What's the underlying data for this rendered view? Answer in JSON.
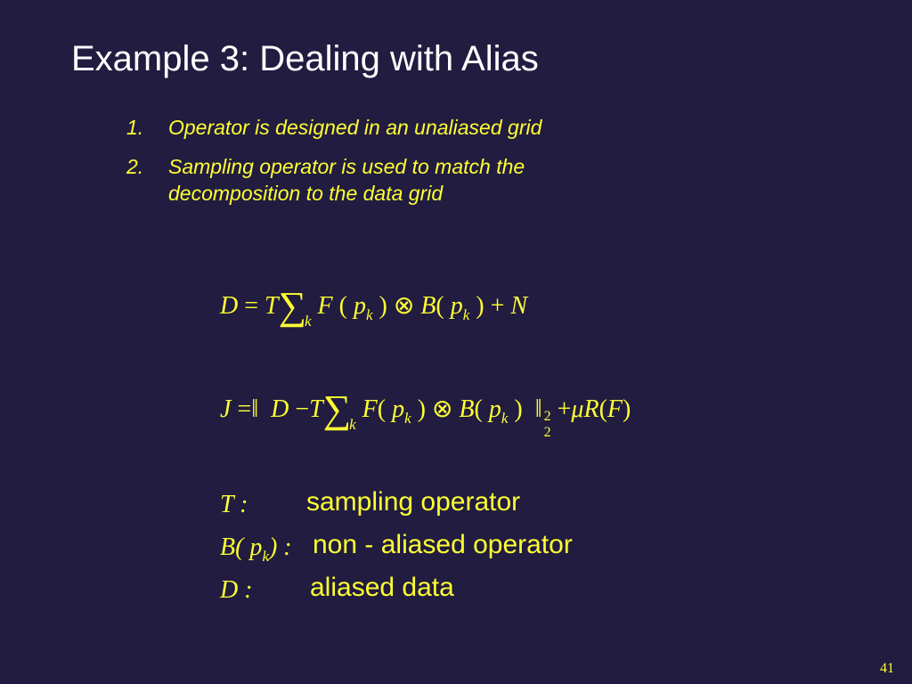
{
  "slide": {
    "title": "Example 3: Dealing with Alias",
    "items": [
      {
        "num": "1.",
        "text": "Operator is designed in an unaliased grid"
      },
      {
        "num": "2.",
        "text": "Sampling operator is used to match the decomposition to the data grid"
      }
    ],
    "eq1": {
      "lhs": "D",
      "rel": "=",
      "t": "T",
      "sum": "∑",
      "sum_index": "k",
      "f": "F",
      "p": "p",
      "sub": "k",
      "conv": "⊗",
      "b": "B",
      "plus": "+",
      "n": "N"
    },
    "eq2": {
      "lhs": "J",
      "rel": "=",
      "norm_open": "‖",
      "d": "D",
      "minus": "−",
      "t": "T",
      "sum": "∑",
      "sum_index": "k",
      "f": "F",
      "p": "p",
      "sub": "k",
      "conv": "⊗",
      "b": "B",
      "norm_close": "‖",
      "norm_sup": "2",
      "norm_sub": "2",
      "plus": "+",
      "mu": "μ",
      "r": "R",
      "rf": "F"
    },
    "definitions": [
      {
        "symbol": "T :",
        "symbol_sub": "",
        "symbol_tail": "",
        "description": "sampling operator"
      },
      {
        "symbol": "B( p",
        "symbol_sub": "k",
        "symbol_tail": ") :",
        "description": "non - aliased operator"
      },
      {
        "symbol": "D :",
        "symbol_sub": "",
        "symbol_tail": "",
        "description": "aliased data"
      }
    ],
    "page_number": "41"
  }
}
